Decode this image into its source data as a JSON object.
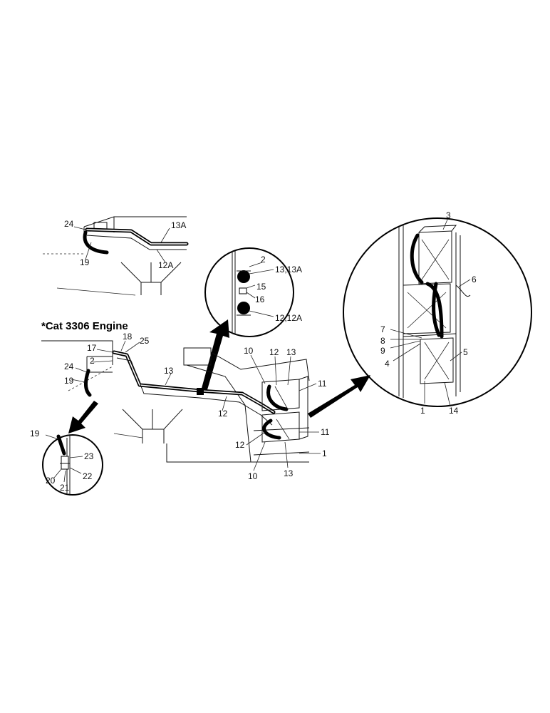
{
  "title": "*Cat 3306 Engine",
  "labels": {
    "top_24": "24",
    "top_19": "19",
    "top_13A": "13A",
    "top_12A": "12A",
    "sec_2": "2",
    "sec_13_13A": "13,13A",
    "sec_15": "15",
    "sec_16": "16",
    "sec_12_12A": "12,12A",
    "main_17": "17",
    "main_18": "18",
    "main_25": "25",
    "main_2": "2",
    "main_24": "24",
    "main_19": "19",
    "main_13": "13",
    "main_12": "12",
    "main_10a": "10",
    "main_12b": "12",
    "main_13b": "13",
    "main_11a": "11",
    "main_11b": "11",
    "main_1": "1",
    "main_12c": "12",
    "main_10b": "10",
    "main_13c": "13",
    "det_19": "19",
    "det_23": "23",
    "det_22": "22",
    "det_20": "20",
    "det_21": "21",
    "bat_3": "3",
    "bat_6": "6",
    "bat_7": "7",
    "bat_8": "8",
    "bat_9": "9",
    "bat_4": "4",
    "bat_5": "5",
    "bat_1": "1",
    "bat_14": "14"
  }
}
